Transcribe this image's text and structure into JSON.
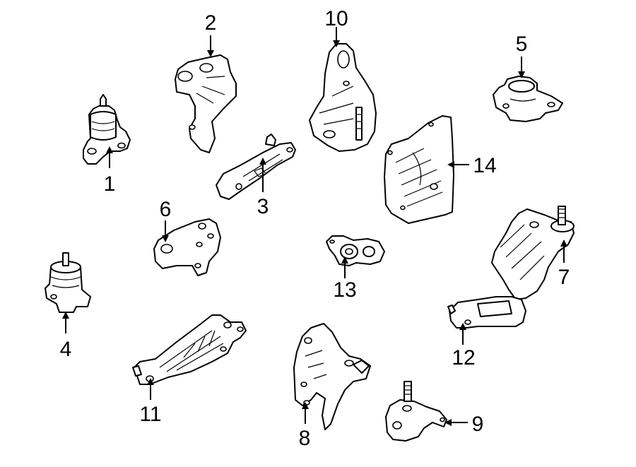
{
  "diagram": {
    "background_color": "#ffffff",
    "line_color": "#000000",
    "callouts": [
      {
        "id": "1",
        "label": "1"
      },
      {
        "id": "2",
        "label": "2"
      },
      {
        "id": "3",
        "label": "3"
      },
      {
        "id": "4",
        "label": "4"
      },
      {
        "id": "5",
        "label": "5"
      },
      {
        "id": "6",
        "label": "6"
      },
      {
        "id": "7",
        "label": "7"
      },
      {
        "id": "8",
        "label": "8"
      },
      {
        "id": "9",
        "label": "9"
      },
      {
        "id": "10",
        "label": "10"
      },
      {
        "id": "11",
        "label": "11"
      },
      {
        "id": "12",
        "label": "12"
      },
      {
        "id": "13",
        "label": "13"
      },
      {
        "id": "14",
        "label": "14"
      }
    ]
  }
}
